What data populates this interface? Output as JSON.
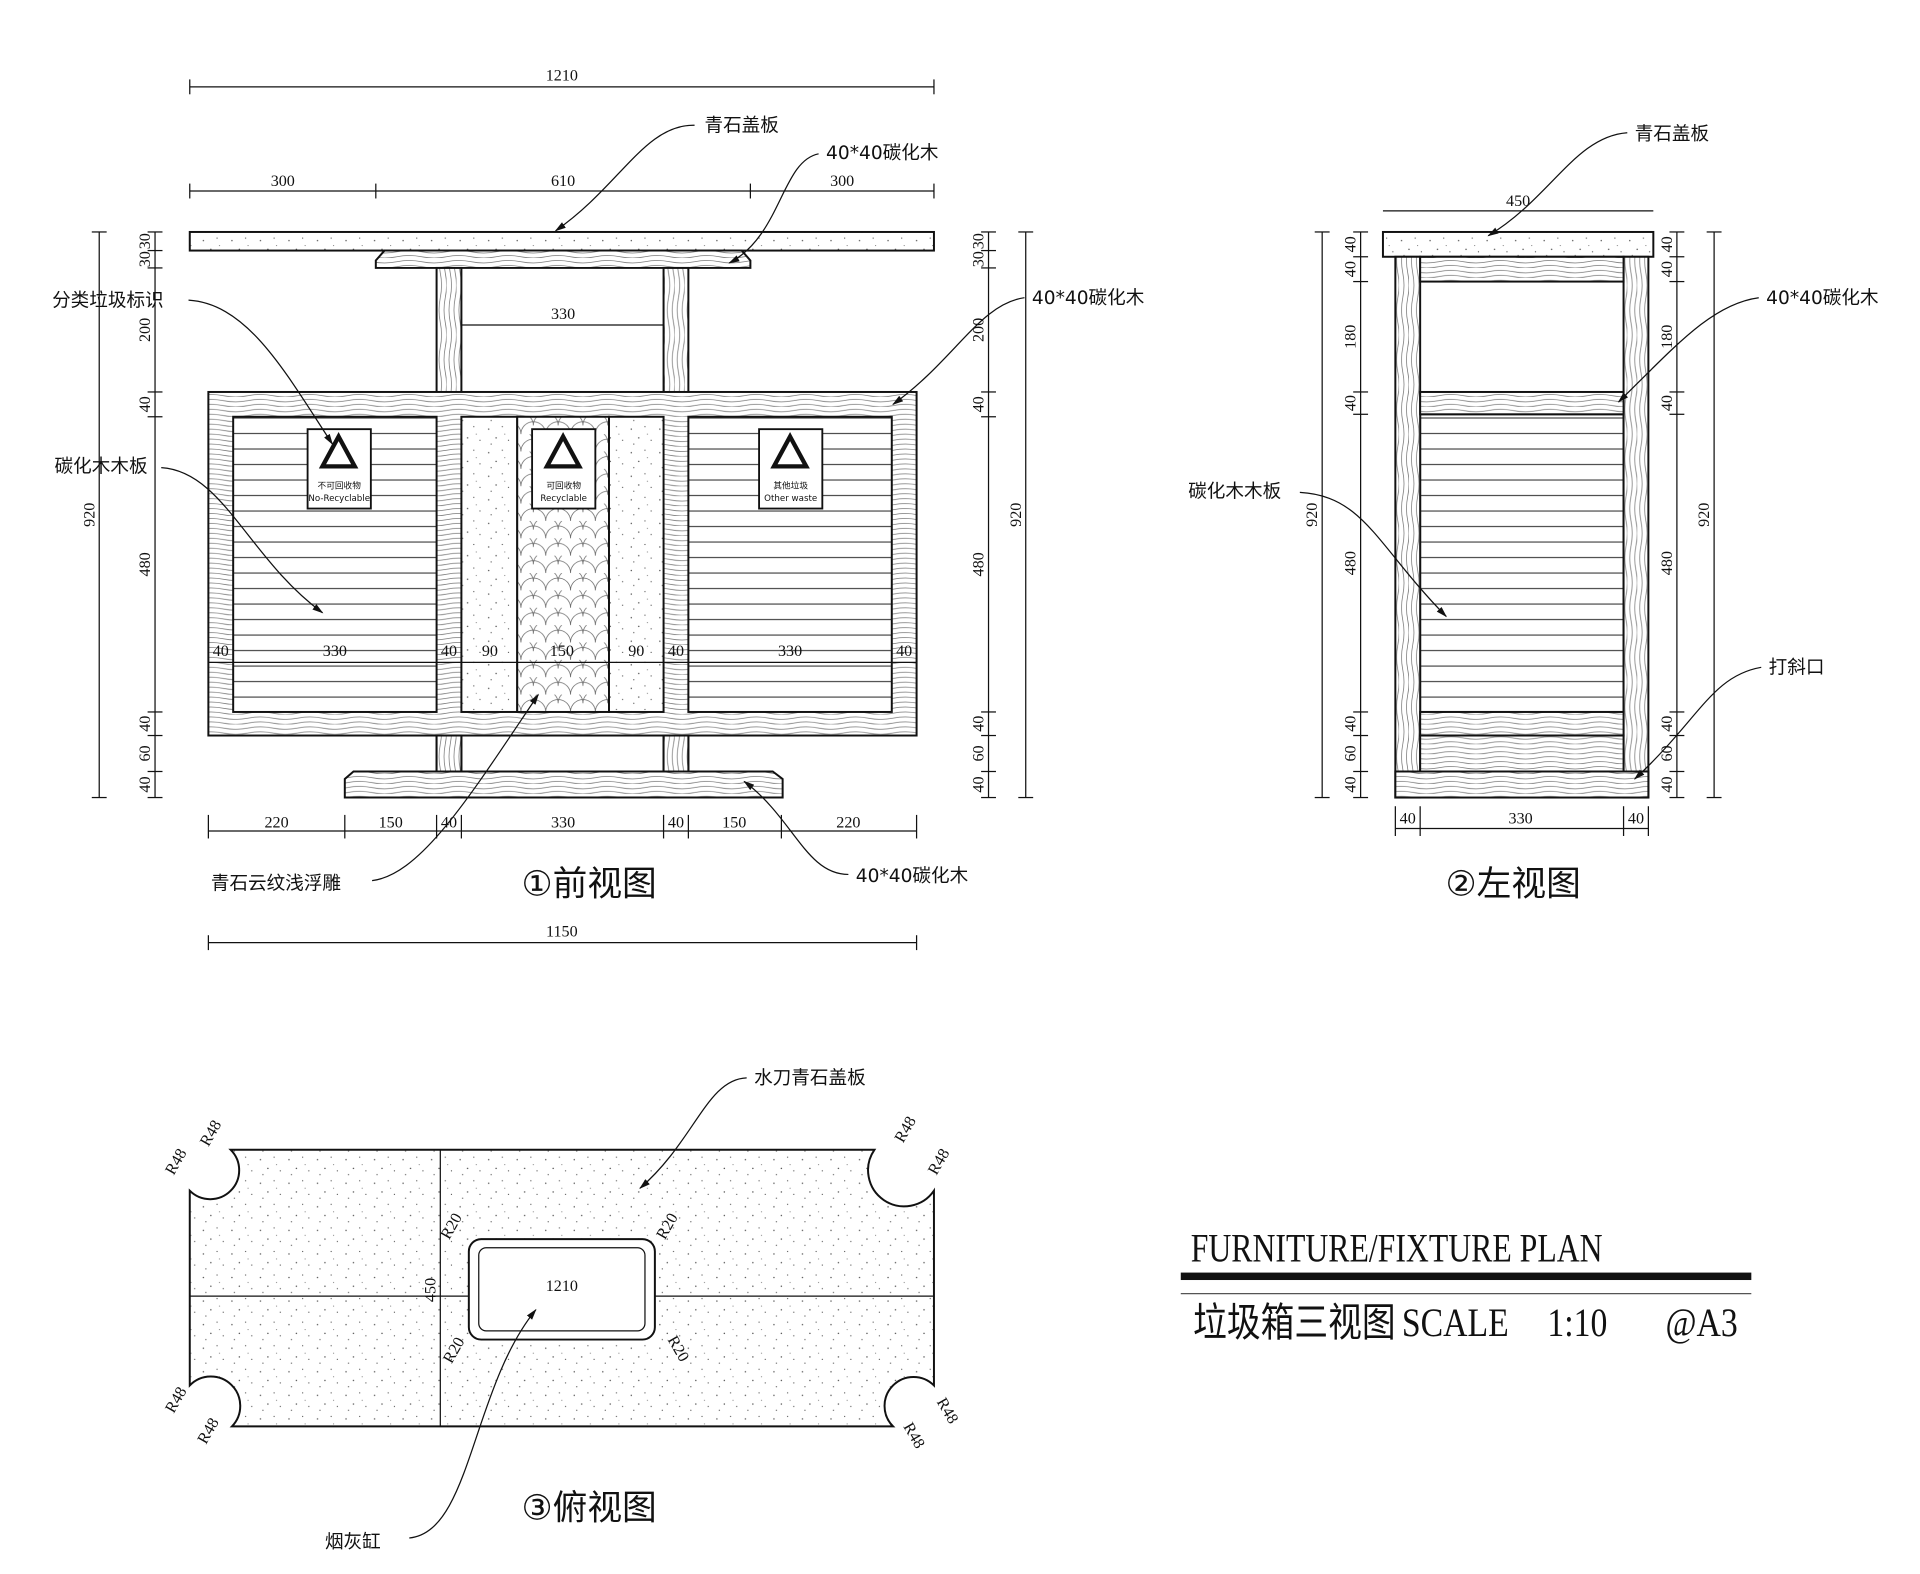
{
  "front_view": {
    "title": "①前视图",
    "dims_top": {
      "overall": "1210",
      "left": "300",
      "middle": "610",
      "right": "300",
      "inner": "330"
    },
    "dims_bottom": [
      "220",
      "150",
      "40",
      "330",
      "40",
      "150",
      "220"
    ],
    "dim_total_bottom": "1150",
    "dims_vertical": [
      "30",
      "30",
      "200",
      "40",
      "480",
      "40",
      "60",
      "40"
    ],
    "dim_height": "920",
    "dims_inner_row": [
      "40",
      "330",
      "40",
      "90",
      "150",
      "90",
      "40",
      "330",
      "40"
    ],
    "callouts": {
      "slab": "青石盖板",
      "wood_top": "40*40碳化木",
      "sign": "分类垃圾标识",
      "wood_right": "40*40碳化木",
      "board": "碳化木木板",
      "relief": "青石云纹浅浮雕",
      "wood_base": "40*40碳化木"
    },
    "signs": [
      {
        "cn": "不可回收物",
        "en": "No-Recyclable"
      },
      {
        "cn": "可回收物",
        "en": "Recyclable"
      },
      {
        "cn": "其他垃圾",
        "en": "Other waste"
      }
    ]
  },
  "left_view": {
    "title": "②左视图",
    "dim_width": "450",
    "dims_vertical": [
      "40",
      "40",
      "180",
      "40",
      "480",
      "40",
      "60",
      "40"
    ],
    "dim_height": "920",
    "dims_bottom": [
      "40",
      "330",
      "40"
    ],
    "callouts": {
      "slab": "青石盖板",
      "wood": "40*40碳化木",
      "board": "碳化木木板",
      "bevel": "打斜口"
    }
  },
  "top_view": {
    "title": "③俯视图",
    "dim_length": "1210",
    "dim_width": "450",
    "corner_radius": "R48",
    "ashtray_radius": "R20",
    "callouts": {
      "slab": "水刀青石盖板",
      "ashtray": "烟灰缸"
    }
  },
  "title_block": {
    "title": "FURNITURE/FIXTURE PLAN",
    "subtitle_cn": "垃圾箱三视图",
    "scale_label": "SCALE",
    "scale": "1:10",
    "sheet": "@A3"
  }
}
